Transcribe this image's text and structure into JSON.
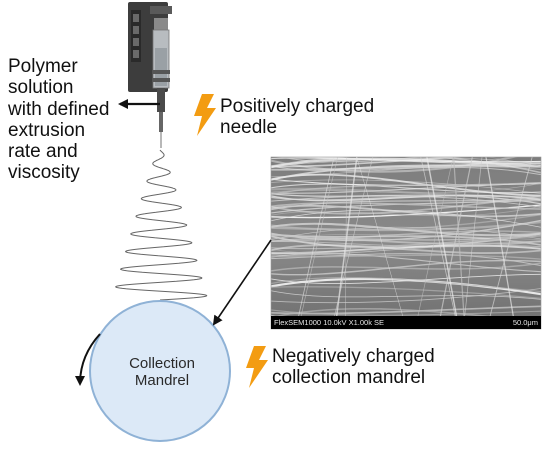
{
  "labels": {
    "polymer": "Polymer\nsolution\nwith defined\nextrusion\nrate and\nviscosity",
    "positive": "Positively charged\nneedle",
    "negative": "Negatively charged\ncollection mandrel",
    "mandrel": "Collection\nMandrel"
  },
  "sem": {
    "caption_left": "FlexSEM1000 10.0kV X1.00k SE",
    "caption_right": "50.0μm"
  },
  "colors": {
    "bolt": "#f39c12",
    "mandrel_fill": "#dce9f7",
    "mandrel_stroke": "#8fb2d6",
    "pump_body": "#3d3d3d",
    "arrow": "#111111"
  },
  "icons": {
    "pump": "syringe-pump-icon",
    "bolt": "lightning-bolt-icon"
  }
}
